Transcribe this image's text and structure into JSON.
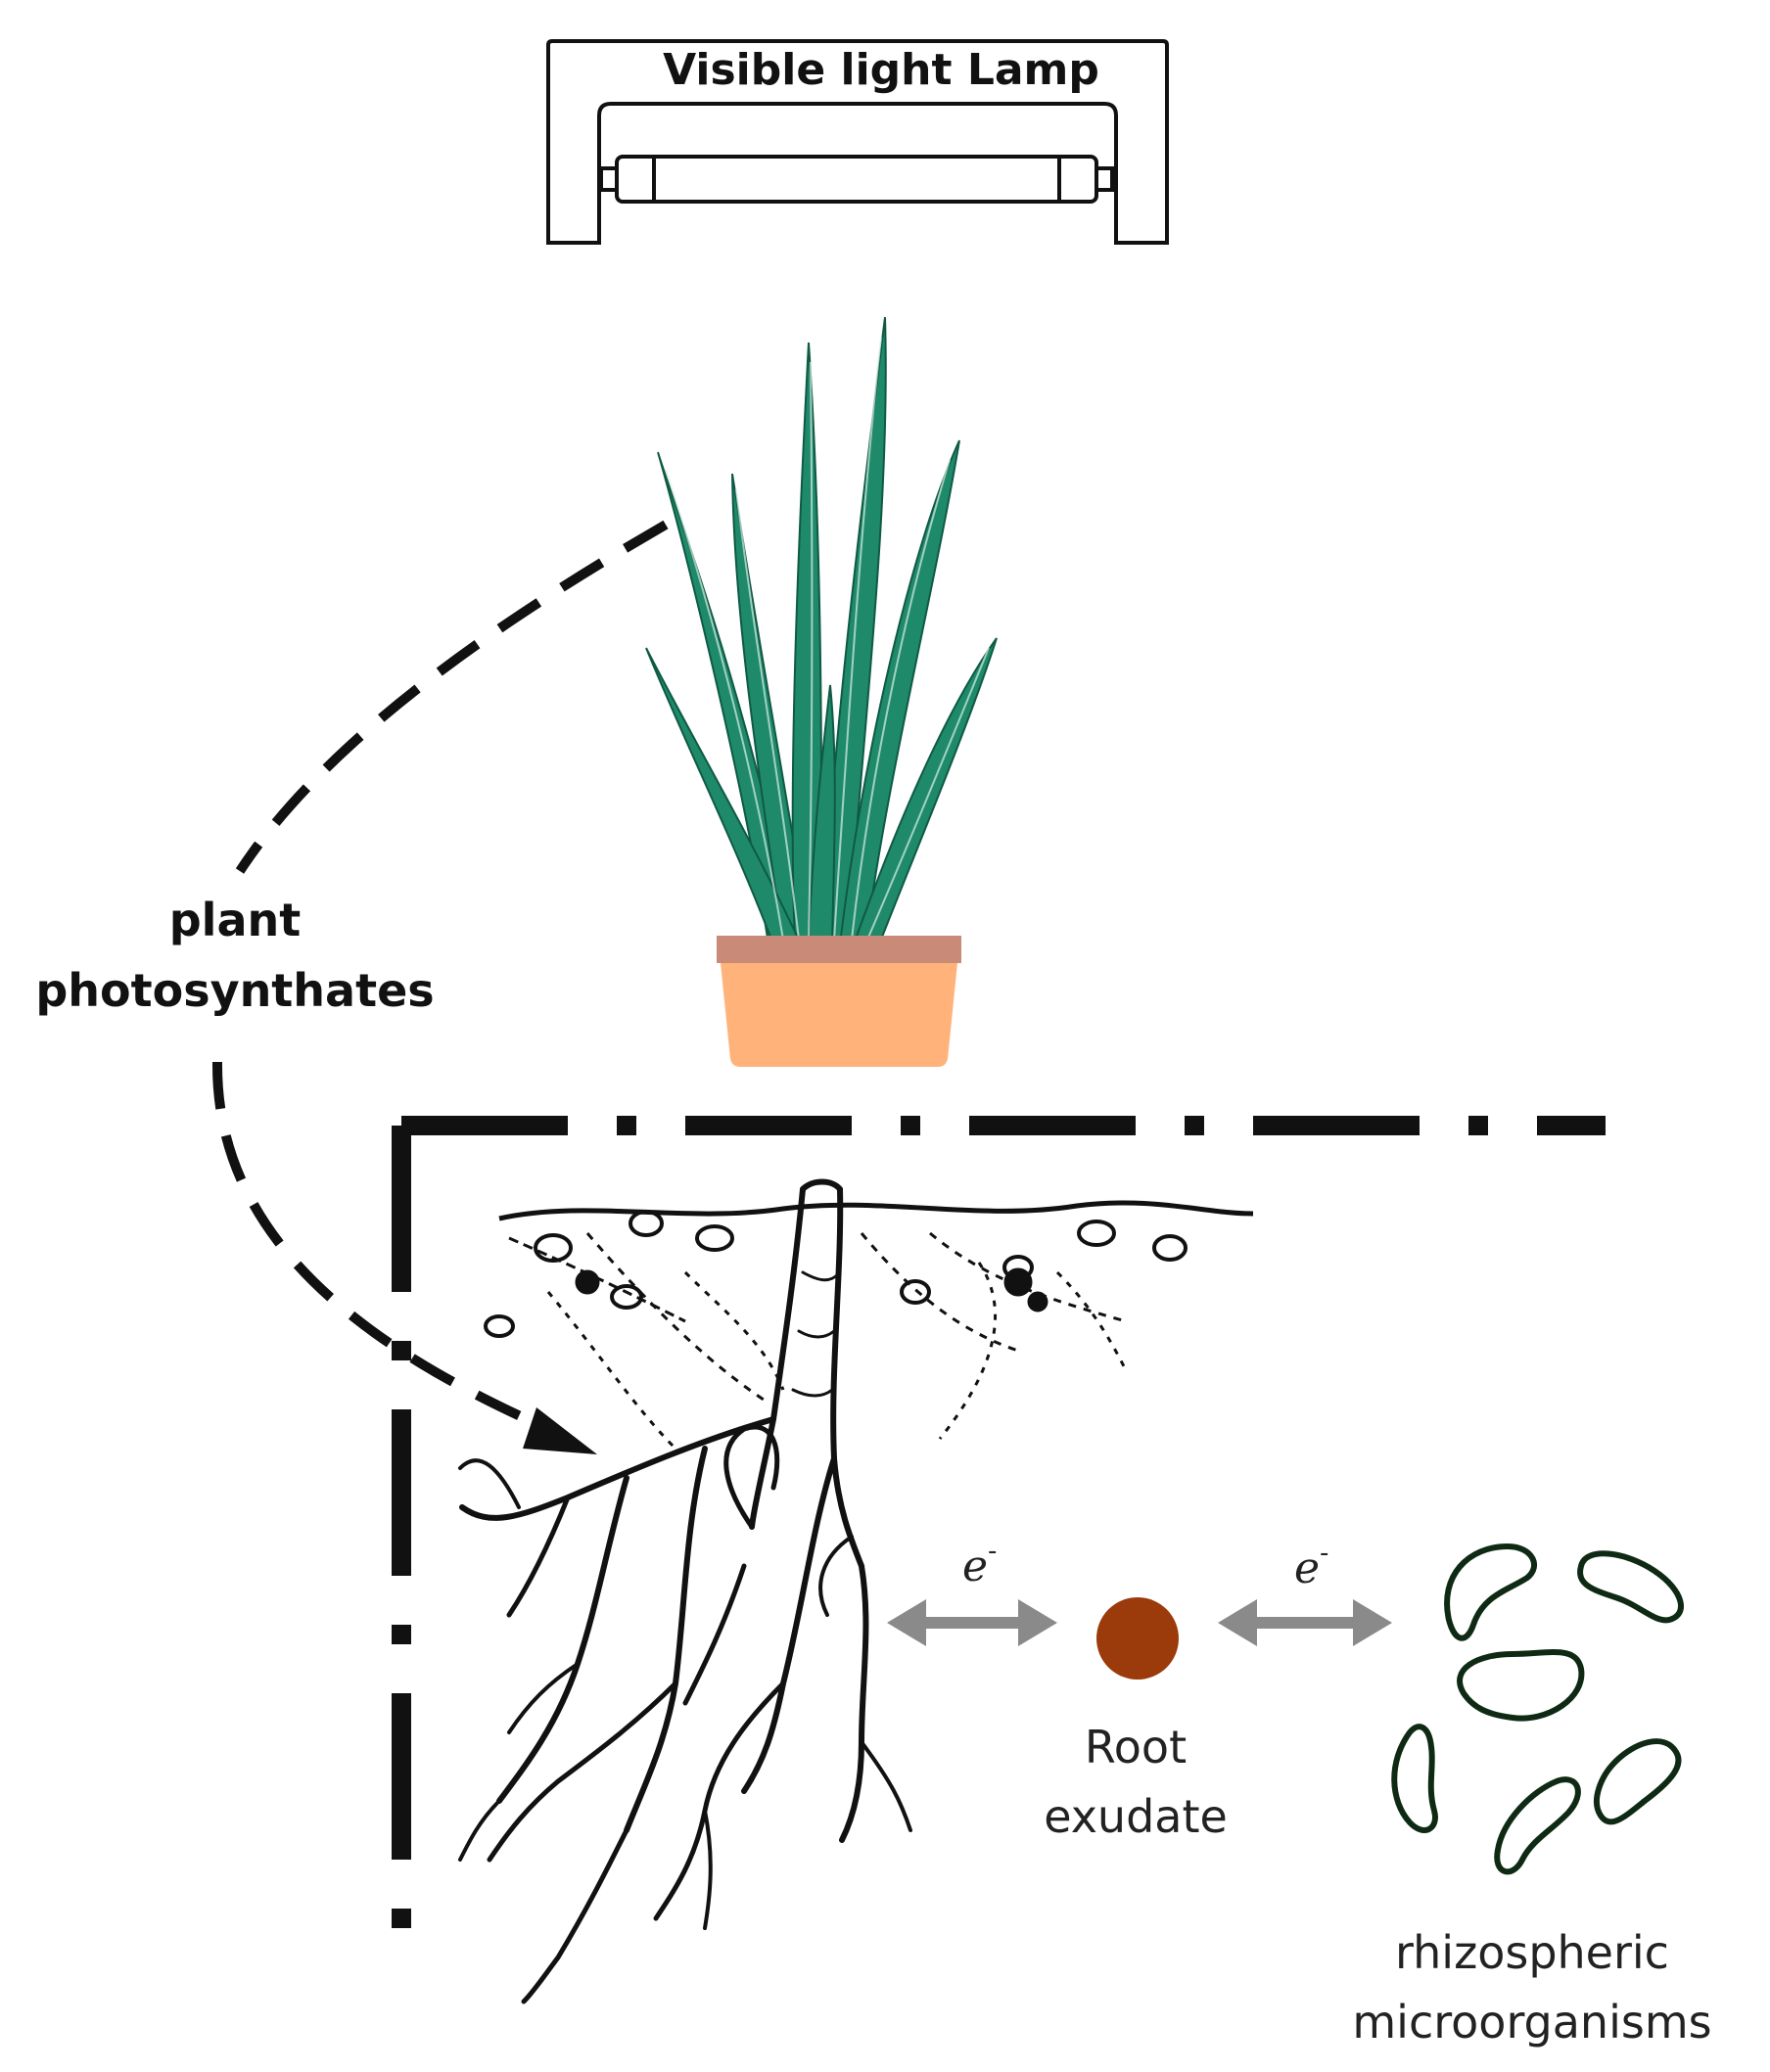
{
  "lamp": {
    "label": "Visible light Lamp"
  },
  "flow": {
    "label_line1": "plant",
    "label_line2": "photosynthates"
  },
  "electron_transfer": {
    "symbol": "e",
    "charge": "-"
  },
  "root_exudate": {
    "label_line1": "Root",
    "label_line2": "exudate",
    "color": "#9b3a0b"
  },
  "microorganisms": {
    "label_line1": "rhizospheric",
    "label_line2": "microorganisms",
    "outline_color": "#0f2a14"
  },
  "colors": {
    "leaf": "#1f8a6a",
    "pot_body": "#ffb37a",
    "pot_rim": "#c98a77",
    "arrow_gray": "#8a8a8a"
  }
}
